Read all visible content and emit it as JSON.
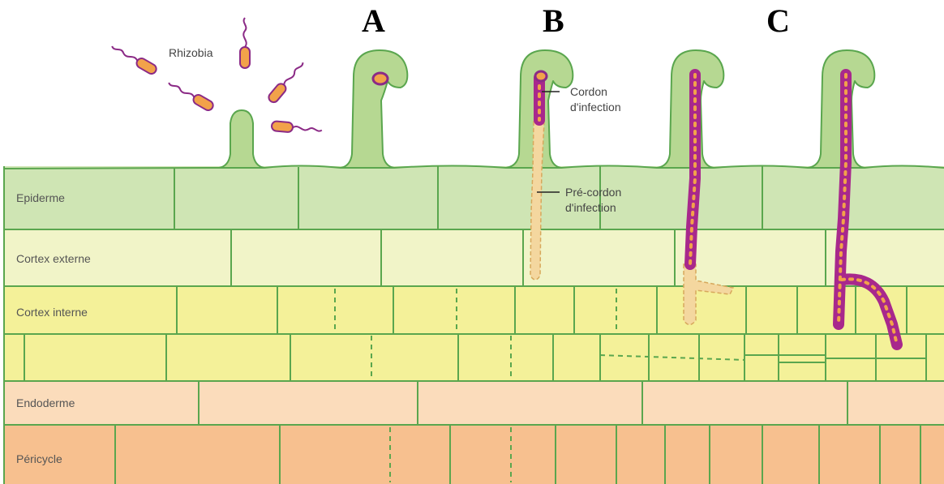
{
  "stages": [
    "A",
    "B",
    "C"
  ],
  "labels": {
    "rhizobia": "Rhizobia",
    "cordon_line1": "Cordon",
    "cordon_line2": "d'infection",
    "precordon_line1": "Pré-cordon",
    "precordon_line2": "d'infection"
  },
  "layers": {
    "epiderme": "Epiderme",
    "cortex_externe": "Cortex externe",
    "cortex_interne": "Cortex interne",
    "endoderme": "Endoderme",
    "pericycle": "Péricycle"
  },
  "colors": {
    "epidermis": "#cfe5b4",
    "hair": "#b6d892",
    "cell_wall": "#5aa64e",
    "cortex_external": "#f1f4c8",
    "cortex_internal": "#f4f199",
    "endoderm": "#fbdcbb",
    "pericycle": "#f7c08f",
    "infection_thread": "#a8288c",
    "infection_thread_dots": "#f2a24a",
    "pre_thread": "#f4d79f",
    "bacteria_fill": "#f2a24a",
    "bacteria_outline": "#8b2a86"
  }
}
